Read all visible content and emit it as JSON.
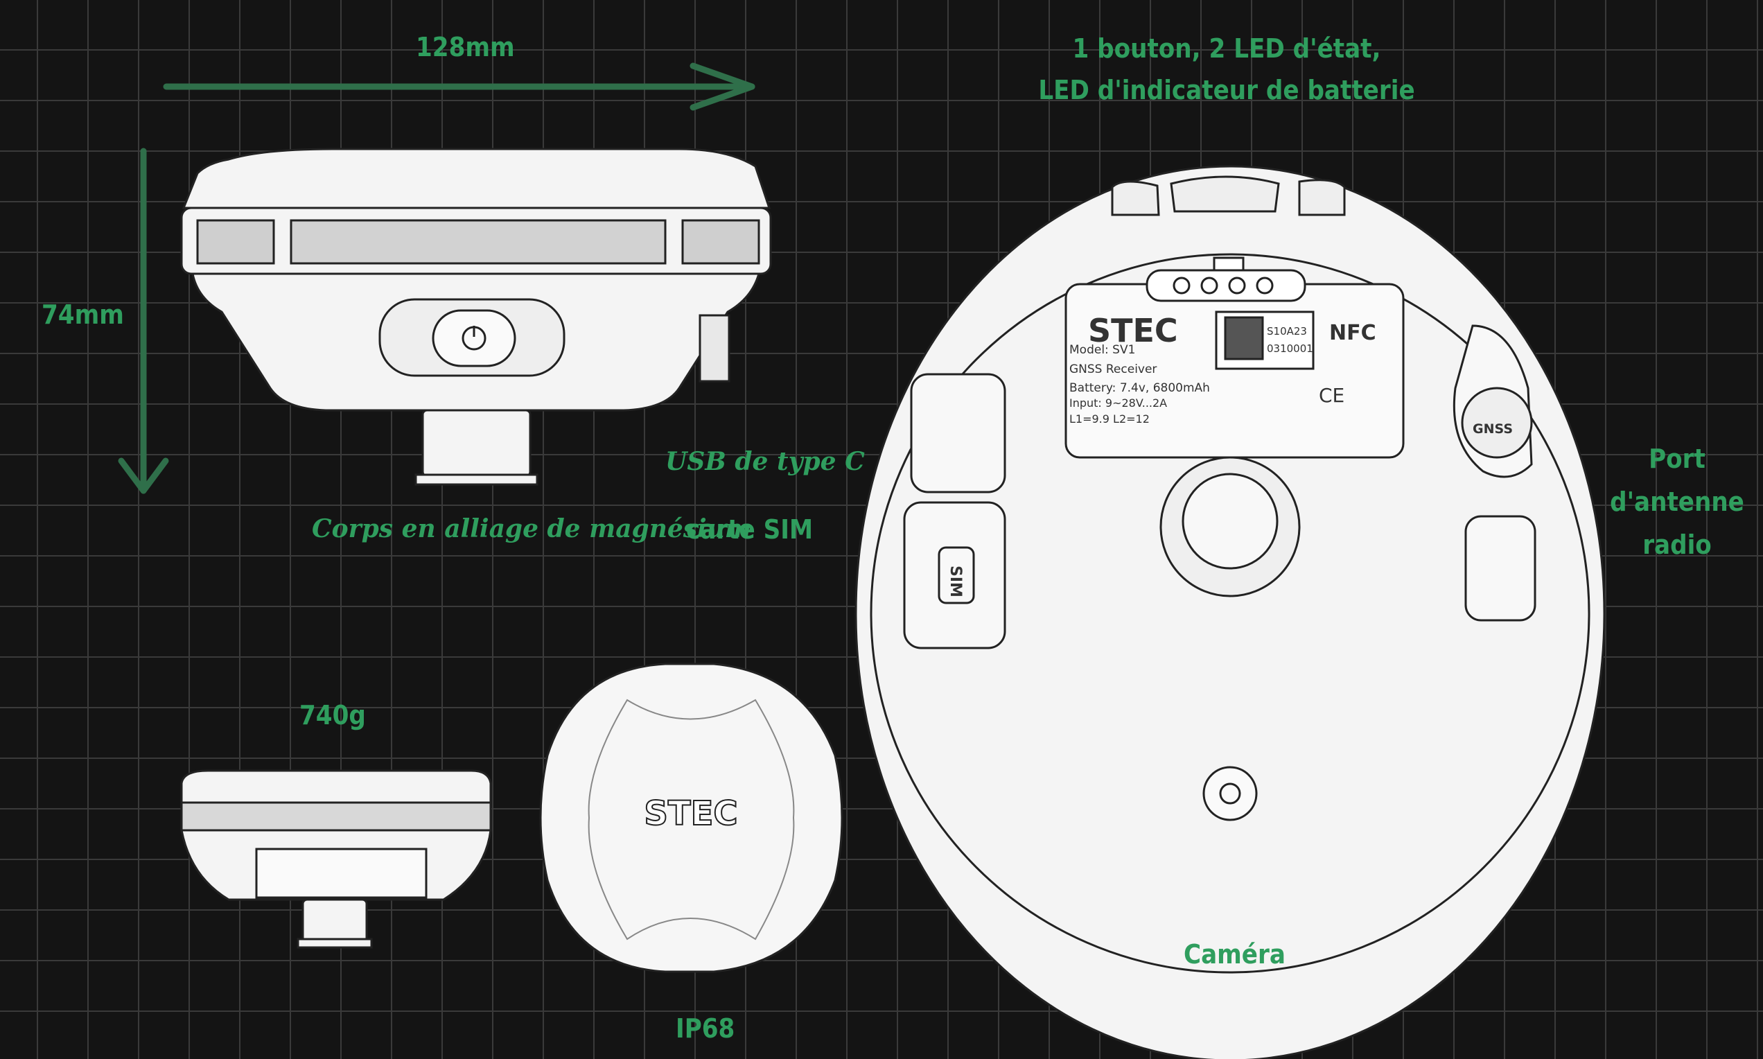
{
  "labels": {
    "width": "128mm",
    "height": "74mm",
    "weight": "740g",
    "body": "Corps en alliage de magnésium",
    "usb": "USB de type C",
    "sim": "carte SIM",
    "ip": "IP68",
    "buttons_line1": "1 bouton, 2 LED d'état,",
    "buttons_line2": "LED d'indicateur de batterie",
    "port_line1": "Port",
    "port_line2": "d'antenne",
    "port_line3": "radio",
    "camera": "Caméra"
  },
  "device": {
    "brand": "STEC",
    "model": "Model: SV1",
    "type": "GNSS Receiver",
    "battery": "Battery: 7.4v, 6800mAh",
    "input": "Input: 9~28V...2A",
    "l1l2": "L1=9.9 L2=12",
    "serial_1": "S10A23",
    "serial_2": "0310001",
    "nfc": "NFC",
    "ce": "CE",
    "gnss": "GNSS",
    "sim": "SIM"
  },
  "colors": {
    "accent": "#2f9e5e",
    "background": "#141414",
    "grid": "#3a3a3a",
    "device": "#f4f4f4"
  }
}
